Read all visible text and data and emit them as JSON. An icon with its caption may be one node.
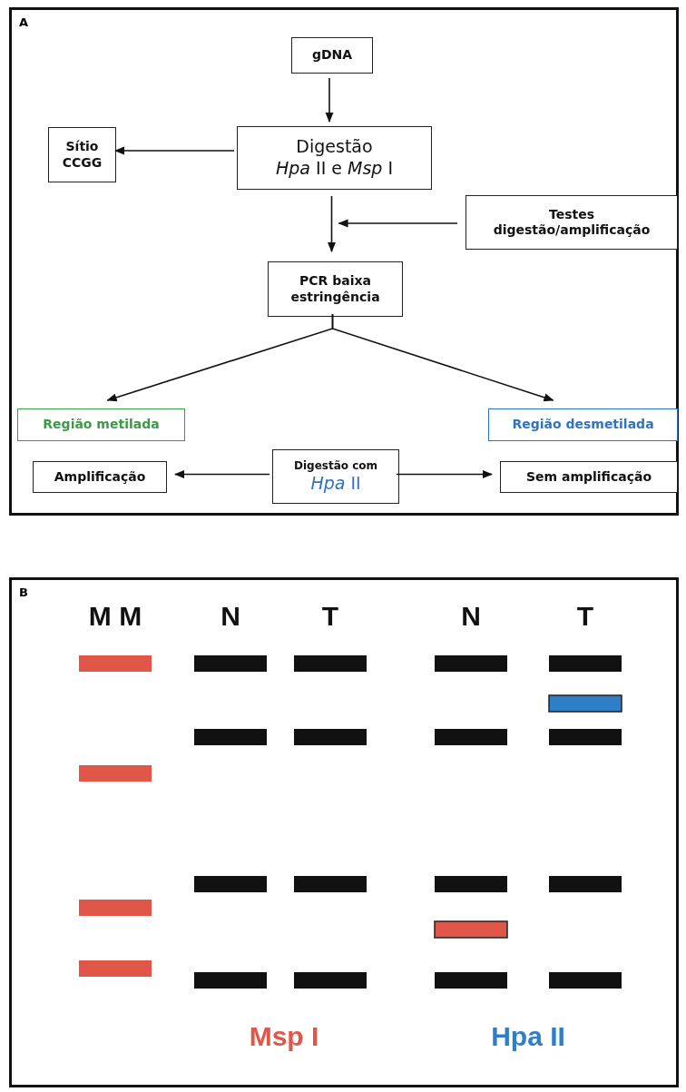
{
  "diagram": {
    "nodes": [
      {
        "text": [
          "A"
        ]
      },
      {
        "text": [
          "gDNA"
        ],
        "in": 0
      },
      {
        "text": [
          "Digestão",
          "*Hpa* II e *Msp* I"
        ],
        "in": 0
      },
      {
        "text": [
          "Sítio",
          "CCGG"
        ],
        "in": 0
      },
      {
        "text": [
          "Testes digestão/amplificação"
        ],
        "in": 0
      },
      {
        "text": [
          "PCR baixa estringência"
        ],
        "in": 0
      },
      {
        "text": [
          "Região metilada"
        ],
        "in": 0
      },
      {
        "text": [
          "Região desmetilada"
        ],
        "in": 0
      },
      {
        "text": [
          "Digestão com",
          "*Hpa* II"
        ],
        "in": 0
      },
      {
        "text": [
          "Amplificação"
        ],
        "in": 0
      },
      {
        "text": [
          "Sem amplificação"
        ],
        "in": 0
      },
      {
        "text": [
          "B"
        ]
      }
    ],
    "edges": [
      {
        "from": 1,
        "to": 2,
        "arrow": "to"
      },
      {
        "from": 2,
        "to": 3,
        "arrow": "to"
      },
      {
        "from": 2,
        "to": 5,
        "arrow": "to"
      },
      {
        "from": 4,
        "to": null,
        "arrow": "to"
      },
      {
        "from": 5,
        "to": 6,
        "arrow": "to"
      },
      {
        "from": 5,
        "to": 7,
        "arrow": "to"
      },
      {
        "from": 8,
        "to": 9,
        "arrow": "to"
      },
      {
        "from": 8,
        "to": 10,
        "arrow": "to"
      }
    ],
    "labels": [
      "M M",
      "N",
      "T",
      "N",
      "T",
      "Msp I",
      "Hpa II"
    ]
  }
}
